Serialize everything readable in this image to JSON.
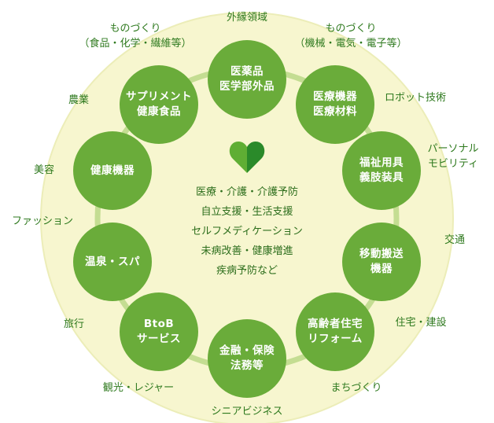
{
  "colors": {
    "outer_disc": "#f7f6cf",
    "outer_disc_edge": "#ecedb8",
    "ring": "#c4dd92",
    "node_fill": "#6aac3a",
    "node_text": "#ffffff",
    "outer_text": "#2f7a1f",
    "center_text": "#2d6e1c",
    "heart_left": "#5fae34",
    "heart_right": "#2a8a2a"
  },
  "icon": "heart-icon",
  "center": {
    "items": [
      "医療・介護・介護予防",
      "自立支援・生活支援",
      "セルフメディケーション",
      "未病改善・健康増進",
      "疾病予防など"
    ]
  },
  "nodes": [
    {
      "lines": [
        "医薬品",
        "医学部外品"
      ]
    },
    {
      "lines": [
        "医療機器",
        "医療材料"
      ]
    },
    {
      "lines": [
        "福祉用具",
        "義肢装具"
      ]
    },
    {
      "lines": [
        "移動搬送",
        "機器"
      ]
    },
    {
      "lines": [
        "高齢者住宅",
        "リフォーム"
      ]
    },
    {
      "lines": [
        "金融・保険",
        "法務等"
      ]
    },
    {
      "lines": [
        "BtoB",
        "サービス"
      ]
    },
    {
      "lines": [
        "温泉・スパ"
      ]
    },
    {
      "lines": [
        "健康機器"
      ]
    },
    {
      "lines": [
        "サプリメント",
        "健康食品"
      ]
    }
  ],
  "outer_labels": [
    {
      "lines": [
        "外縁領域"
      ]
    },
    {
      "lines": [
        "ものづくり",
        "（機械・電気・電子等）"
      ]
    },
    {
      "lines": [
        "ロボット技術"
      ]
    },
    {
      "lines": [
        "パーソナル",
        "モビリティ"
      ]
    },
    {
      "lines": [
        "交通"
      ]
    },
    {
      "lines": [
        "住宅・建設"
      ]
    },
    {
      "lines": [
        "まちづくり"
      ]
    },
    {
      "lines": [
        "シニアビジネス"
      ]
    },
    {
      "lines": [
        "観光・レジャー"
      ]
    },
    {
      "lines": [
        "旅行"
      ]
    },
    {
      "lines": [
        "ファッション"
      ]
    },
    {
      "lines": [
        "美容"
      ]
    },
    {
      "lines": [
        "農業"
      ]
    },
    {
      "lines": [
        "ものづくり",
        "（食品・化学・繊維等）"
      ]
    }
  ]
}
